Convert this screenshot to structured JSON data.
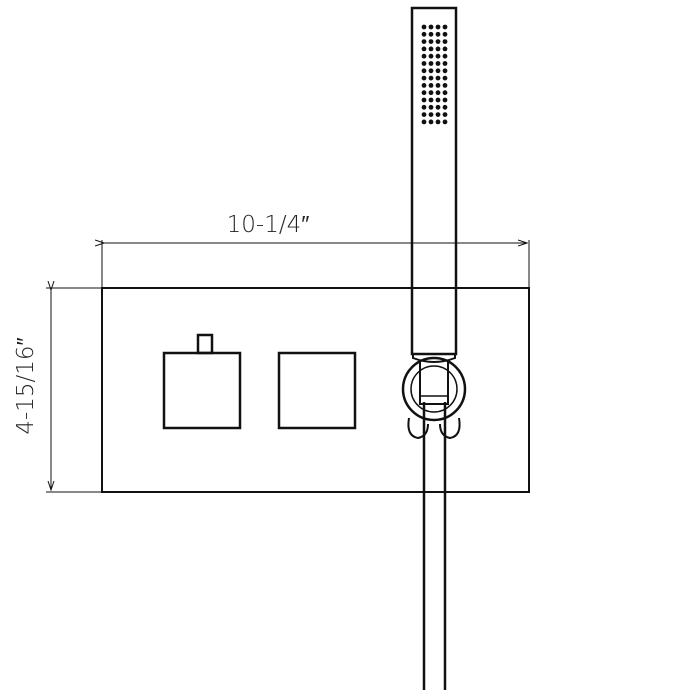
{
  "dimensions": {
    "width_label": "10-1/4″",
    "height_label": "4-15/16″"
  },
  "colors": {
    "line": "#111111",
    "background": "#ffffff"
  },
  "components": {
    "valve_plate": "rectangular wall plate",
    "left_handle": "square handle with stem",
    "right_handle": "square handle",
    "hand_shower": "slim rectangular hand shower with nozzle grid",
    "holder": "wall bracket / hose outlet",
    "hose": "shower hose"
  },
  "icons": {
    "spray_nozzles": "nozzle-dots-icon"
  }
}
